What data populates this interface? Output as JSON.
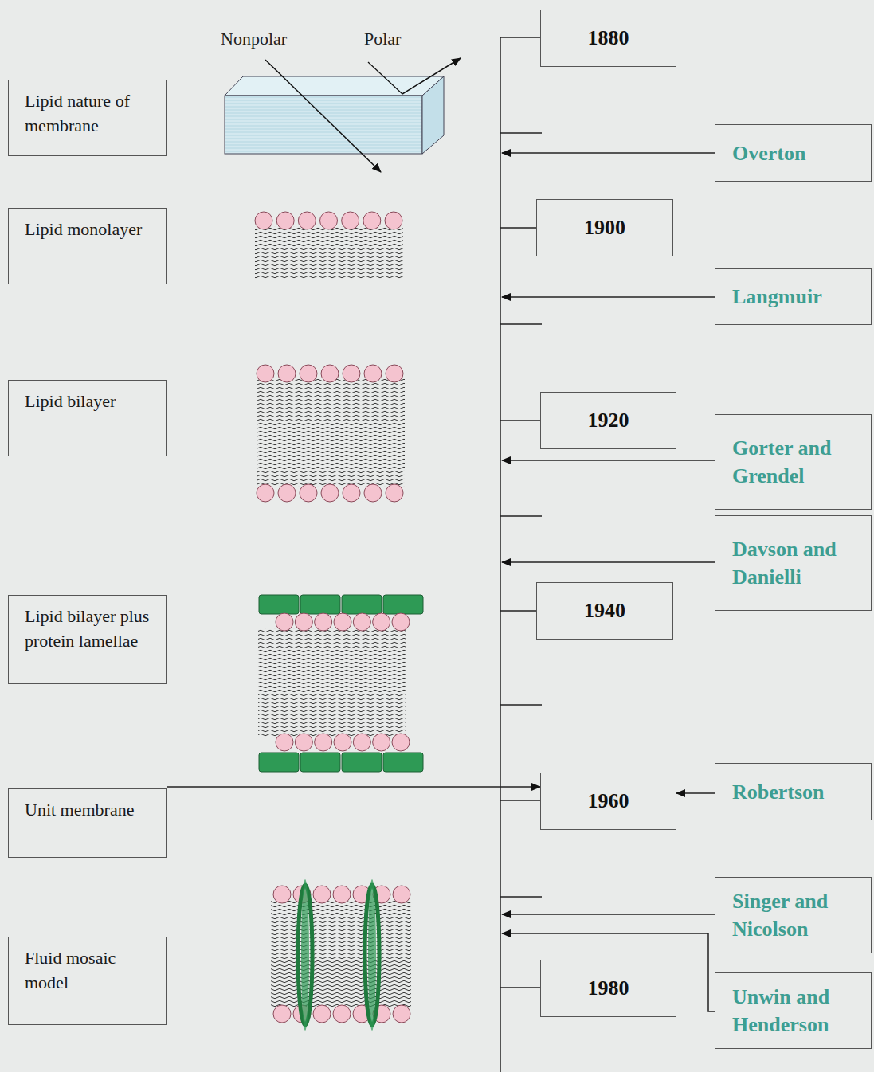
{
  "diagram": {
    "nodes": [
      {
        "text": [
          "Lipid nature of membrane"
        ]
      },
      {
        "text": [
          "Lipid monolayer"
        ]
      },
      {
        "text": [
          "Lipid bilayer"
        ]
      },
      {
        "text": [
          "Lipid bilayer plus protein lamellae"
        ]
      },
      {
        "text": [
          "Unit membrane"
        ]
      },
      {
        "text": [
          "Fluid mosaic model"
        ]
      },
      {
        "text": [
          "1880"
        ]
      },
      {
        "text": [
          "1900"
        ]
      },
      {
        "text": [
          "1920"
        ]
      },
      {
        "text": [
          "1940"
        ]
      },
      {
        "text": [
          "1960"
        ]
      },
      {
        "text": [
          "1980"
        ]
      },
      {
        "text": [
          "Overton"
        ]
      },
      {
        "text": [
          "Langmuir"
        ]
      },
      {
        "text": [
          "Gorter and Grendel"
        ]
      },
      {
        "text": [
          "Davson and Danielli"
        ]
      },
      {
        "text": [
          "Robertson"
        ]
      },
      {
        "text": [
          "Singer and Nicolson"
        ]
      },
      {
        "text": [
          "Unwin and Henderson"
        ]
      }
    ],
    "edges": [
      {
        "from": 4,
        "to": 10,
        "arrow": "to"
      },
      {
        "from": 16,
        "to": 10,
        "arrow": "to"
      }
    ],
    "labels": [
      "Nonpolar",
      "Polar"
    ]
  }
}
